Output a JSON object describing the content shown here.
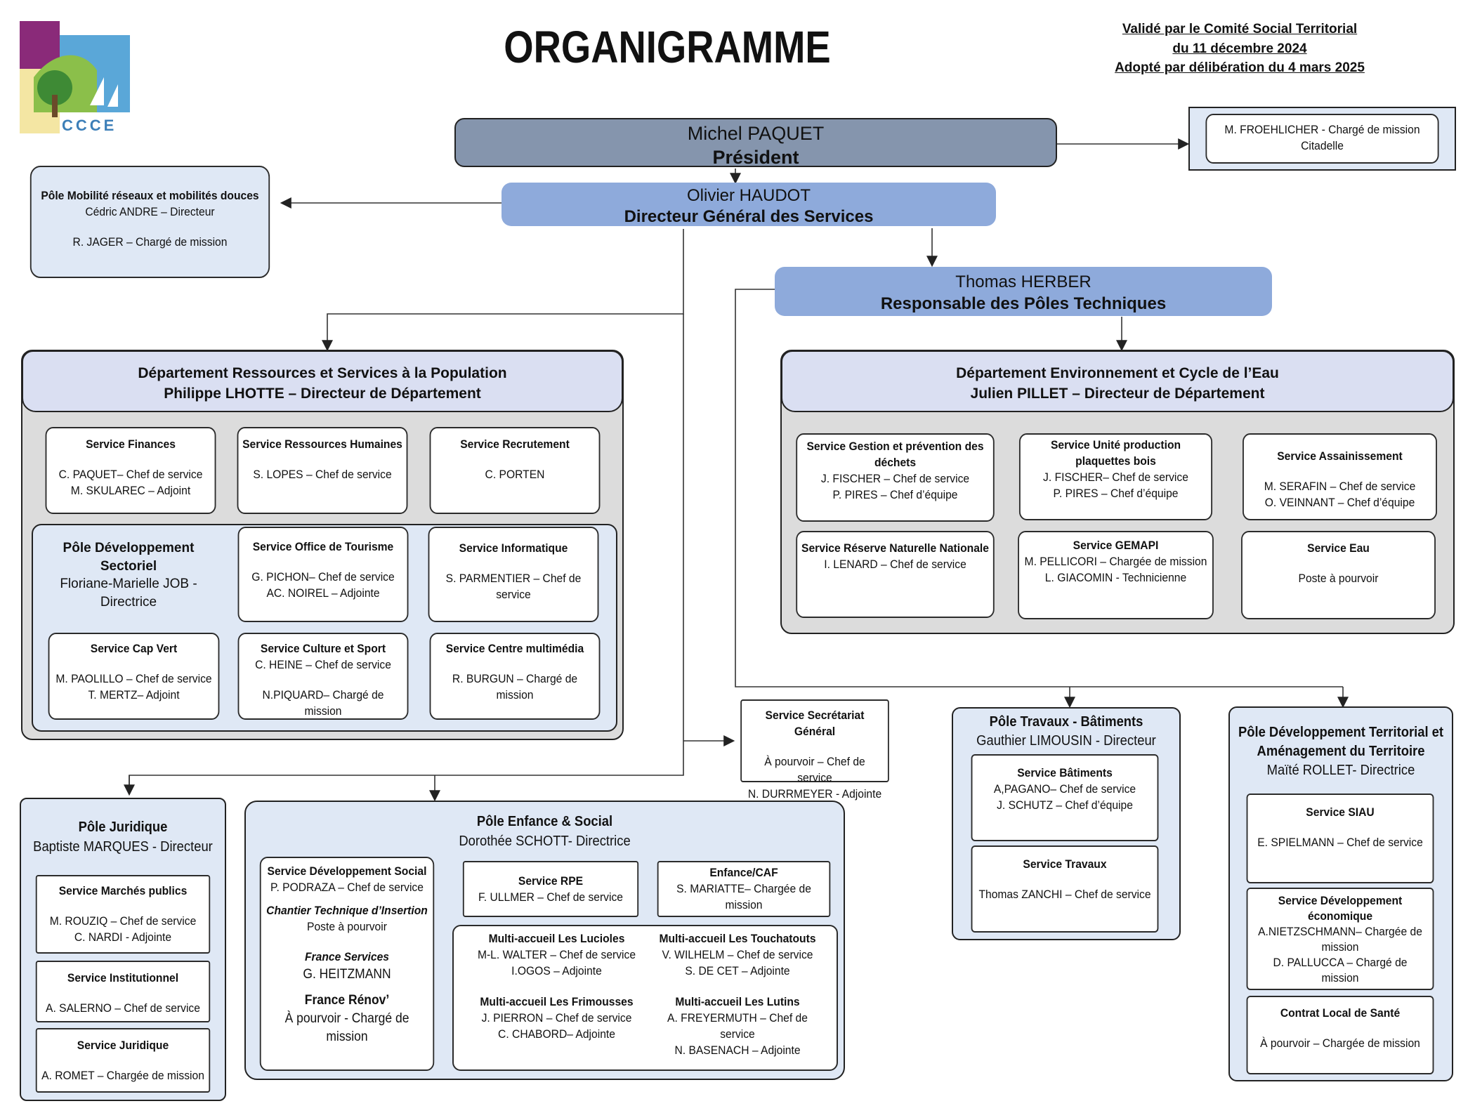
{
  "title": "ORGANIGRAMME",
  "validation": {
    "line1": "Validé par le Comité Social Territorial",
    "line2": "du 11 décembre 2024",
    "line3": "Adopté par délibération du 4 mars 2025"
  },
  "logo": {
    "text": "CCCE"
  },
  "president": {
    "name": "Michel PAQUET",
    "role": "Président"
  },
  "mission_citadelle": {
    "line1": "M. FROEHLICHER - Chargé de mission",
    "line2": "Citadelle"
  },
  "dgs": {
    "name": "Olivier HAUDOT",
    "role": "Directeur Général des Services"
  },
  "pole_mobilite": {
    "title": "Pôle Mobilité réseaux et mobilités douces",
    "director": "Cédric ANDRE – Directeur",
    "member": "R. JAGER – Chargé de mission"
  },
  "resp_poles": {
    "name": "Thomas HERBER",
    "role": "Responsable des Pôles Techniques"
  },
  "dept_ressources": {
    "title": "Département Ressources et Services à la Population",
    "director": "Philippe LHOTTE – Directeur de Département",
    "finances": {
      "title": "Service Finances",
      "l1": "C. PAQUET– Chef de service",
      "l2": "M. SKULAREC – Adjoint"
    },
    "rh": {
      "title": "Service Ressources Humaines",
      "l1": "S. LOPES – Chef de service"
    },
    "recrutement": {
      "title": "Service Recrutement",
      "l1": "C. PORTEN"
    },
    "pole_dev": {
      "l1": "Pôle Développement",
      "l2": "Sectoriel",
      "l3": "Floriane-Marielle JOB -",
      "l4": "Directrice"
    },
    "tourisme": {
      "title": "Service Office de Tourisme",
      "l1": "G. PICHON– Chef de service",
      "l2": "AC. NOIREL – Adjointe"
    },
    "informatique": {
      "title": "Service Informatique",
      "l1": "S. PARMENTIER – Chef de",
      "l2": "service"
    },
    "capvert": {
      "title": "Service Cap Vert",
      "l1": "M. PAOLILLO – Chef de service",
      "l2": "T. MERTZ– Adjoint"
    },
    "culture": {
      "title": "Service Culture et Sport",
      "l1": "C. HEINE – Chef de service",
      "l2": "N.PIQUARD– Chargé de",
      "l3": "mission"
    },
    "multimedia": {
      "title": "Service Centre multimédia",
      "l1": "R. BURGUN – Chargé de",
      "l2": "mission"
    }
  },
  "dept_env": {
    "title": "Département Environnement et Cycle de l’Eau",
    "director": "Julien PILLET – Directeur de Département",
    "dechets": {
      "t1": "Service Gestion et prévention des",
      "t2": "déchets",
      "l1": "J. FISCHER – Chef de service",
      "l2": "P. PIRES – Chef d’équipe"
    },
    "plaquettes": {
      "t1": "Service Unité production",
      "t2": "plaquettes bois",
      "l1": "J. FISCHER– Chef de service",
      "l2": "P. PIRES – Chef d’équipe"
    },
    "assainissement": {
      "title": "Service Assainissement",
      "l1": "M. SERAFIN – Chef de service",
      "l2": "O. VEINNANT – Chef d’équipe"
    },
    "reserve": {
      "title": "Service Réserve Naturelle Nationale",
      "l1": "I. LENARD – Chef de service"
    },
    "gemapi": {
      "title": "Service GEMAPI",
      "l1": "M. PELLICORI – Chargée de mission",
      "l2": "L. GIACOMIN - Technicienne"
    },
    "eau": {
      "title": "Service Eau",
      "l1": "Poste à pourvoir"
    }
  },
  "secretariat": {
    "title": "Service Secrétariat Général",
    "l1": "À pourvoir – Chef de service",
    "l2": "N. DURRMEYER - Adjointe"
  },
  "pole_travaux": {
    "title": "Pôle Travaux - Bâtiments",
    "director": "Gauthier LIMOUSIN - Directeur",
    "batiments": {
      "title": "Service Bâtiments",
      "l1": "A,PAGANO– Chef de service",
      "l2": "J. SCHUTZ – Chef d’équipe"
    },
    "travaux": {
      "title": "Service Travaux",
      "l1": "Thomas ZANCHI – Chef de service"
    }
  },
  "pole_territorial": {
    "t1": "Pôle Développement Territorial et",
    "t2": "Aménagement du Territoire",
    "director": "Maïté ROLLET- Directrice",
    "siau": {
      "title": "Service SIAU",
      "l1": "E. SPIELMANN – Chef de service"
    },
    "deveco": {
      "t1": "Service Développement",
      "t2": "économique",
      "l1": "A.NIETZSCHMANN– Chargée de",
      "l2": "mission",
      "l3": "D. PALLUCCA – Chargé de",
      "l4": "mission"
    },
    "sante": {
      "title": "Contrat Local de Santé",
      "l1": "À pourvoir – Chargée de mission"
    }
  },
  "pole_juridique": {
    "title": "Pôle Juridique",
    "director": "Baptiste MARQUES - Directeur",
    "marches": {
      "title": "Service Marchés publics",
      "l1": "M. ROUZIQ – Chef de service",
      "l2": "C. NARDI - Adjointe"
    },
    "institutionnel": {
      "title": "Service Institutionnel",
      "l1": "A. SALERNO – Chef de service"
    },
    "juridique": {
      "title": "Service Juridique",
      "l1": "A. ROMET – Chargée de mission"
    }
  },
  "pole_enfance": {
    "title": "Pôle Enfance & Social",
    "director": "Dorothée SCHOTT- Directrice",
    "dev_social": {
      "title": "Service Développement Social",
      "l1": "P. PODRAZA – Chef de service",
      "chantier": "Chantier Technique d’Insertion",
      "chantier_l1": "Poste à pourvoir",
      "france_services": "France Services",
      "fs_l1": "G. HEITZMANN",
      "france_renov": "France Rénov’",
      "fr_l1": "À pourvoir - Chargé de",
      "fr_l2": "mission"
    },
    "rpe": {
      "title": "Service RPE",
      "l1": "F. ULLMER – Chef de service"
    },
    "caf": {
      "title": "Enfance/CAF",
      "l1": "S. MARIATTE– Chargée de",
      "l2": "mission"
    },
    "lucioles": {
      "title": "Multi-accueil Les Lucioles",
      "l1": "M-L. WALTER – Chef de service",
      "l2": "I.OGOS – Adjointe"
    },
    "touchatouts": {
      "title": "Multi-accueil Les Touchatouts",
      "l1": "V. WILHELM – Chef de service",
      "l2": "S. DE CET – Adjointe"
    },
    "frimousses": {
      "title": "Multi-accueil Les Frimousses",
      "l1": "J. PIERRON – Chef de service",
      "l2": "C. CHABORD– Adjointe"
    },
    "lutins": {
      "title": "Multi-accueil Les Lutins",
      "l1": "A. FREYERMUTH – Chef de",
      "l2": "service",
      "l3": "N. BASENACH – Adjointe"
    }
  },
  "colors": {
    "president": "#8595ad",
    "dgs": "#8eaadb",
    "pale": "#dfe8f5",
    "dept_bg": "#dcdcdc",
    "header": "#dadff2"
  }
}
